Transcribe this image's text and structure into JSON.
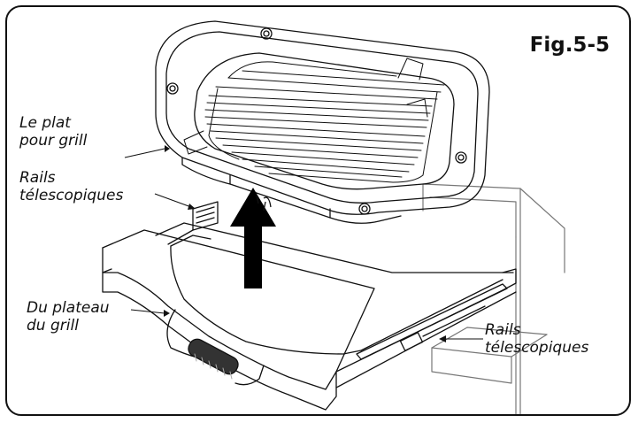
{
  "figure": {
    "number": "Fig.5-5"
  },
  "labels": {
    "grill_pan": {
      "line1": "Le plat",
      "line2": "pour grill"
    },
    "rails_upper": {
      "line1": "Rails",
      "line2": "télescopiques"
    },
    "grill_tray": {
      "line1": "Du plateau",
      "line2": "du grill"
    },
    "rails_lower": {
      "line1": "Rails",
      "line2": "télescopiques"
    }
  },
  "colors": {
    "ink": "#111111",
    "frame": "#111111",
    "arrow": "#000000",
    "background": "#ffffff"
  }
}
